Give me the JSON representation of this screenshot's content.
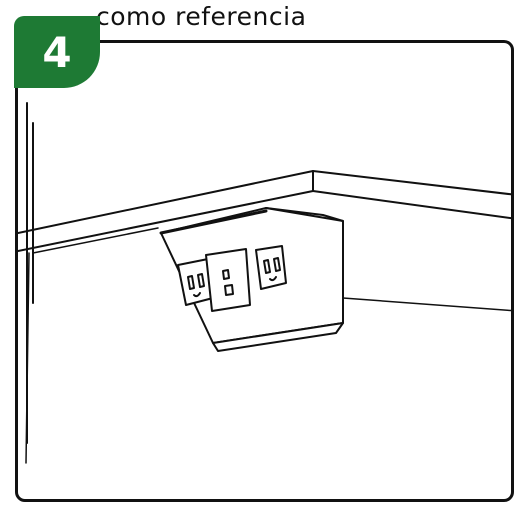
{
  "step": {
    "number": "4",
    "caption": "como referencia"
  },
  "colors": {
    "badge": "#1e7a34",
    "line": "#111111"
  },
  "illustration": {
    "subject": "under-desk power outlet module"
  }
}
